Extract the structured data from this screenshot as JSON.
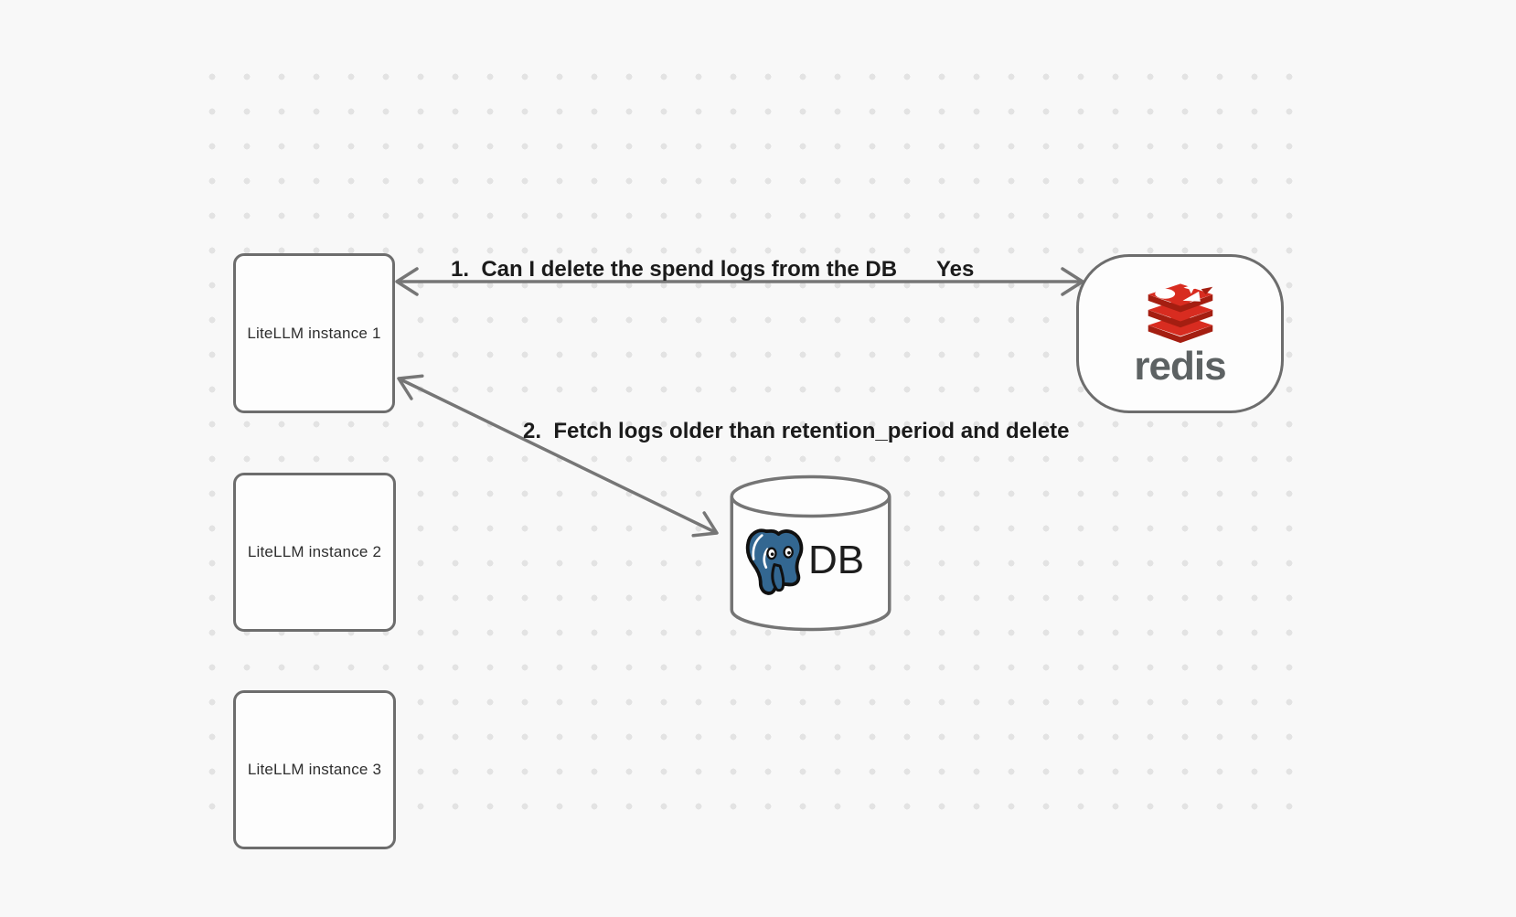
{
  "canvas": {
    "background_color": "#f8f8f8",
    "dot_color": "#e3e3e3"
  },
  "colors": {
    "node_border": "#6d6d6d",
    "arrow": "#767676",
    "label_text": "#1b1b1b",
    "redis_red": "#d82c20",
    "redis_dark_red": "#a41e11",
    "redis_wordmark_gray": "#5d6263",
    "postgres_blue": "#336791"
  },
  "nodes": {
    "instance1": {
      "label": "LiteLLM instance 1"
    },
    "instance2": {
      "label": "LiteLLM instance 2"
    },
    "instance3": {
      "label": "LiteLLM instance 3"
    },
    "redis": {
      "wordmark": "redis",
      "icon": "redis-stack-icon"
    },
    "db": {
      "label": "DB",
      "icon": "postgresql-elephant-icon"
    }
  },
  "edges": {
    "edge1": {
      "label": "1.  Can I delete the spend logs from the DB",
      "answer": "Yes"
    },
    "edge2": {
      "label": "2.  Fetch logs older than retention_period and delete"
    }
  }
}
